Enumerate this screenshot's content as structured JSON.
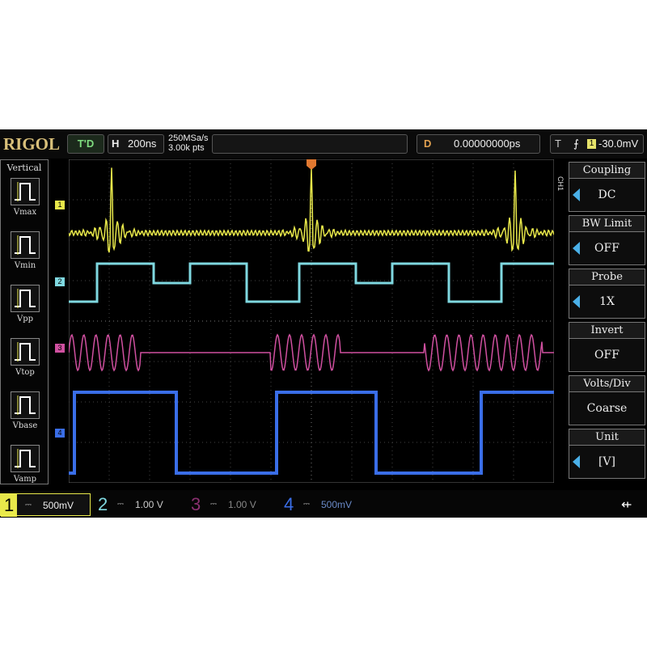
{
  "header": {
    "brand": "RIGOL",
    "run_state": "T'D",
    "horizontal_key": "H",
    "timebase": "200ns",
    "sample_rate": "250MSa/s",
    "memory_depth": "3.00k pts",
    "delay_key": "D",
    "delay": "0.00000000ps",
    "trigger_key": "T",
    "trigger_source": "1",
    "trigger_level": "-30.0mV"
  },
  "left_panel": {
    "title": "Vertical",
    "items": [
      {
        "label": "Vmax"
      },
      {
        "label": "Vmin"
      },
      {
        "label": "Vpp"
      },
      {
        "label": "Vtop"
      },
      {
        "label": "Vbase"
      },
      {
        "label": "Vamp"
      }
    ]
  },
  "right_menu": {
    "channel": "CH1",
    "items": [
      {
        "title": "Coupling",
        "value": "DC"
      },
      {
        "title": "BW Limit",
        "value": "OFF"
      },
      {
        "title": "Probe",
        "value": "1X"
      },
      {
        "title": "Invert",
        "value": "OFF"
      },
      {
        "title": "Volts/Div",
        "value": "Coarse"
      },
      {
        "title": "Unit",
        "value": "[V]"
      }
    ]
  },
  "channels": [
    {
      "num": "1",
      "scale": "500mV",
      "color": "#e8e84a"
    },
    {
      "num": "2",
      "scale": "1.00 V",
      "color": "#7fd8e0"
    },
    {
      "num": "3",
      "scale": "1.00 V",
      "color": "#d050a0"
    },
    {
      "num": "4",
      "scale": "500mV",
      "color": "#3a6ee8"
    }
  ],
  "status": {
    "usb_icon": "usb-icon"
  }
}
